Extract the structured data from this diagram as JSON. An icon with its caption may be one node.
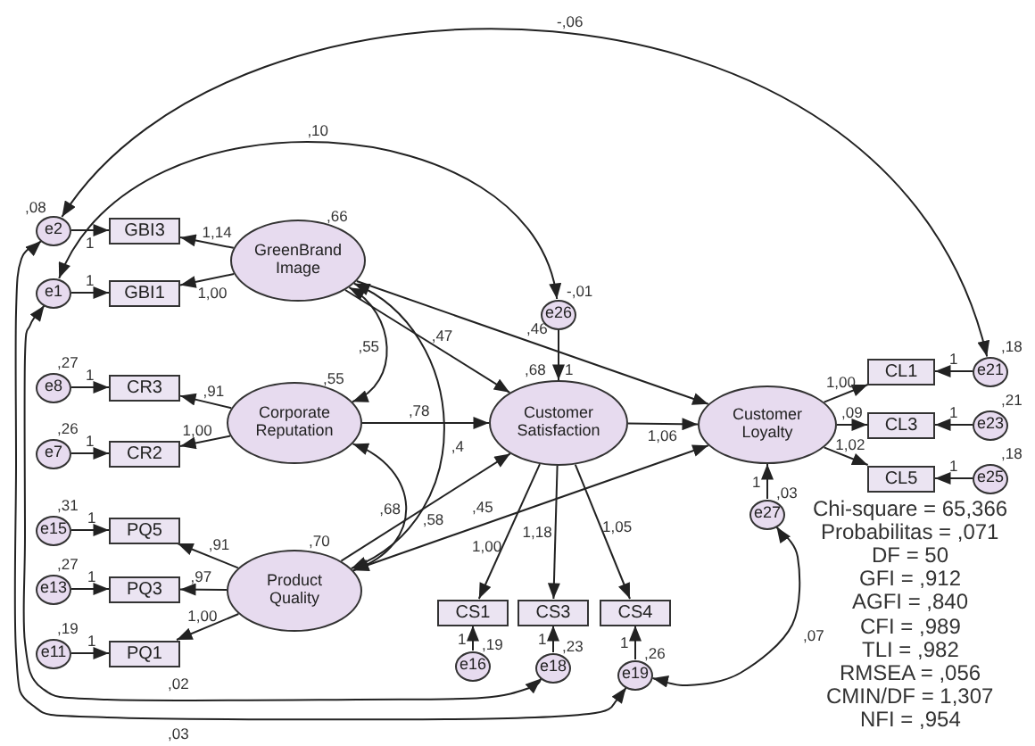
{
  "diagram": {
    "nodes": [
      {
        "text": [
          "e2"
        ],
        "beside": [
          ",08"
        ]
      },
      {
        "text": [
          "GBI3"
        ]
      },
      {
        "text": [
          "GreenBrand Image"
        ],
        "beside": [
          ",66"
        ]
      },
      {
        "text": [
          "e1"
        ]
      },
      {
        "text": [
          "GBI1"
        ]
      },
      {
        "text": [
          "e26"
        ],
        "beside": [
          "-,01"
        ]
      },
      {
        "text": [
          "e21"
        ],
        "beside": [
          ",18"
        ]
      },
      {
        "text": [
          "CL1"
        ]
      },
      {
        "text": [
          "e8"
        ],
        "beside": [
          ",27"
        ]
      },
      {
        "text": [
          "CR3"
        ]
      },
      {
        "text": [
          "Corporate Reputation"
        ],
        "beside": [
          ",55"
        ]
      },
      {
        "text": [
          "Customer Satisfaction"
        ],
        "beside": [
          ",68"
        ]
      },
      {
        "text": [
          "Customer Loyalty"
        ]
      },
      {
        "text": [
          "CL3"
        ]
      },
      {
        "text": [
          "e23"
        ],
        "beside": [
          ",21"
        ]
      },
      {
        "text": [
          "e7"
        ],
        "beside": [
          ",26"
        ]
      },
      {
        "text": [
          "CR2"
        ]
      },
      {
        "text": [
          "CL5"
        ]
      },
      {
        "text": [
          "e25"
        ],
        "beside": [
          ",18"
        ]
      },
      {
        "text": [
          "e27"
        ],
        "beside": [
          ",03"
        ]
      },
      {
        "text": [
          "e15"
        ],
        "beside": [
          ",31"
        ]
      },
      {
        "text": [
          "PQ5"
        ]
      },
      {
        "text": [
          "e13"
        ],
        "beside": [
          ",27"
        ]
      },
      {
        "text": [
          "PQ3"
        ]
      },
      {
        "text": [
          "Product Quality"
        ],
        "beside": [
          ",70"
        ]
      },
      {
        "text": [
          "CS1"
        ]
      },
      {
        "text": [
          "CS3"
        ]
      },
      {
        "text": [
          "CS4"
        ]
      },
      {
        "text": [
          "e11"
        ],
        "beside": [
          ",19"
        ]
      },
      {
        "text": [
          "PQ1"
        ]
      },
      {
        "text": [
          "e16"
        ],
        "beside": [
          ",19"
        ]
      },
      {
        "text": [
          "e18"
        ],
        "beside": [
          ",23"
        ]
      },
      {
        "text": [
          "e19"
        ],
        "beside": [
          ",26"
        ]
      }
    ],
    "edges": [
      {
        "from": 0,
        "to": 1,
        "arrow": "to",
        "label": "1"
      },
      {
        "from": 3,
        "to": 4,
        "arrow": "to",
        "label": "1"
      },
      {
        "from": 2,
        "to": 1,
        "arrow": "to",
        "label": "1,14"
      },
      {
        "from": 2,
        "to": 4,
        "arrow": "to",
        "label": "1,00"
      },
      {
        "from": 8,
        "to": 9,
        "arrow": "to",
        "label": "1"
      },
      {
        "from": 15,
        "to": 16,
        "arrow": "to",
        "label": "1"
      },
      {
        "from": 10,
        "to": 9,
        "arrow": "to",
        "label": ",91"
      },
      {
        "from": 10,
        "to": 16,
        "arrow": "to",
        "label": "1,00"
      },
      {
        "from": 20,
        "to": 21,
        "arrow": "to",
        "label": "1"
      },
      {
        "from": 22,
        "to": 23,
        "arrow": "to",
        "label": "1"
      },
      {
        "from": 28,
        "to": 29,
        "arrow": "to",
        "label": "1"
      },
      {
        "from": 24,
        "to": 21,
        "arrow": "to",
        "label": ",91"
      },
      {
        "from": 24,
        "to": 23,
        "arrow": "to",
        "label": ",97"
      },
      {
        "from": 24,
        "to": 29,
        "arrow": "to",
        "label": "1,00"
      },
      {
        "from": 2,
        "to": 10,
        "arrow": "both",
        "label": ",55"
      },
      {
        "from": 2,
        "to": 11,
        "arrow": "to",
        "label": ",47"
      },
      {
        "from": 2,
        "to": 24,
        "arrow": "both",
        "label": ",4"
      },
      {
        "from": 2,
        "to": 12,
        "arrow": "to",
        "label": ",46"
      },
      {
        "from": 10,
        "to": 11,
        "arrow": "to",
        "label": ",78"
      },
      {
        "from": 10,
        "to": 24,
        "arrow": "both",
        "label": ",68"
      },
      {
        "from": 24,
        "to": 11,
        "arrow": "to",
        "label": ",58"
      },
      {
        "from": 24,
        "to": 12,
        "arrow": "to",
        "label": ",45"
      },
      {
        "from": 11,
        "to": 12,
        "arrow": "to",
        "label": "1,06"
      },
      {
        "from": 5,
        "to": 11,
        "arrow": "to",
        "label": "1"
      },
      {
        "from": 11,
        "to": 25,
        "arrow": "to",
        "label": "1,00"
      },
      {
        "from": 11,
        "to": 26,
        "arrow": "to",
        "label": "1,18"
      },
      {
        "from": 11,
        "to": 27,
        "arrow": "to",
        "label": "1,05"
      },
      {
        "from": 30,
        "to": 25,
        "arrow": "to",
        "label": "1"
      },
      {
        "from": 31,
        "to": 26,
        "arrow": "to",
        "label": "1"
      },
      {
        "from": 32,
        "to": 27,
        "arrow": "to",
        "label": "1"
      },
      {
        "from": 12,
        "to": 7,
        "arrow": "to",
        "label": "1,00"
      },
      {
        "from": 12,
        "to": 13,
        "arrow": "to",
        "label": ",09"
      },
      {
        "from": 12,
        "to": 17,
        "arrow": "to",
        "label": "1,02"
      },
      {
        "from": 6,
        "to": 7,
        "arrow": "to",
        "label": "1"
      },
      {
        "from": 14,
        "to": 13,
        "arrow": "to",
        "label": "1"
      },
      {
        "from": 18,
        "to": 17,
        "arrow": "to",
        "label": "1"
      },
      {
        "from": 19,
        "to": 12,
        "arrow": "to",
        "label": "1"
      },
      {
        "from": 0,
        "to": 6,
        "arrow": "both",
        "label": "-,06"
      },
      {
        "from": 3,
        "to": 5,
        "arrow": "both",
        "label": ",10"
      },
      {
        "from": 3,
        "to": 31,
        "arrow": "both",
        "label": ",02"
      },
      {
        "from": 0,
        "to": 32,
        "arrow": "both",
        "label": ",03"
      },
      {
        "from": 19,
        "to": 32,
        "arrow": "both",
        "label": ",07"
      }
    ],
    "labels": [
      "Chi-square = 65,366",
      "Probabilitas = ,071",
      "DF = 50",
      "GFI = ,912",
      "AGFI = ,840",
      "CFI = ,989",
      "TLI = ,982",
      "RMSEA = ,056",
      "CMIN/DF = 1,307",
      "NFI = ,954"
    ]
  }
}
